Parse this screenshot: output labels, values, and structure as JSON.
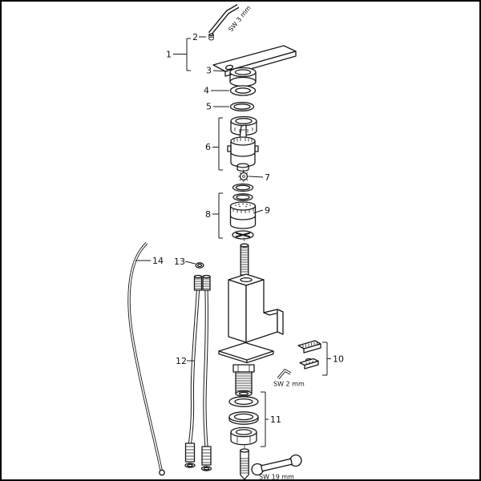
{
  "window": {
    "background": "#ffffff",
    "border_color": "#000000",
    "line_color": "#1a1a1a"
  },
  "diagram": {
    "type": "exploded-parts-diagram",
    "subject": "single-lever-basin-faucet",
    "parts": {
      "p1": "1",
      "p2": "2",
      "p3": "3",
      "p4": "4",
      "p5": "5",
      "p6": "6",
      "p7": "7",
      "p8": "8",
      "p9": "9",
      "p10": "10",
      "p11": "11",
      "p12": "12",
      "p13": "13",
      "p14": "14"
    },
    "tools": {
      "sw3": "SW 3 mm",
      "sw2": "SW 2 mm",
      "sw19": "SW 19 mm"
    }
  }
}
